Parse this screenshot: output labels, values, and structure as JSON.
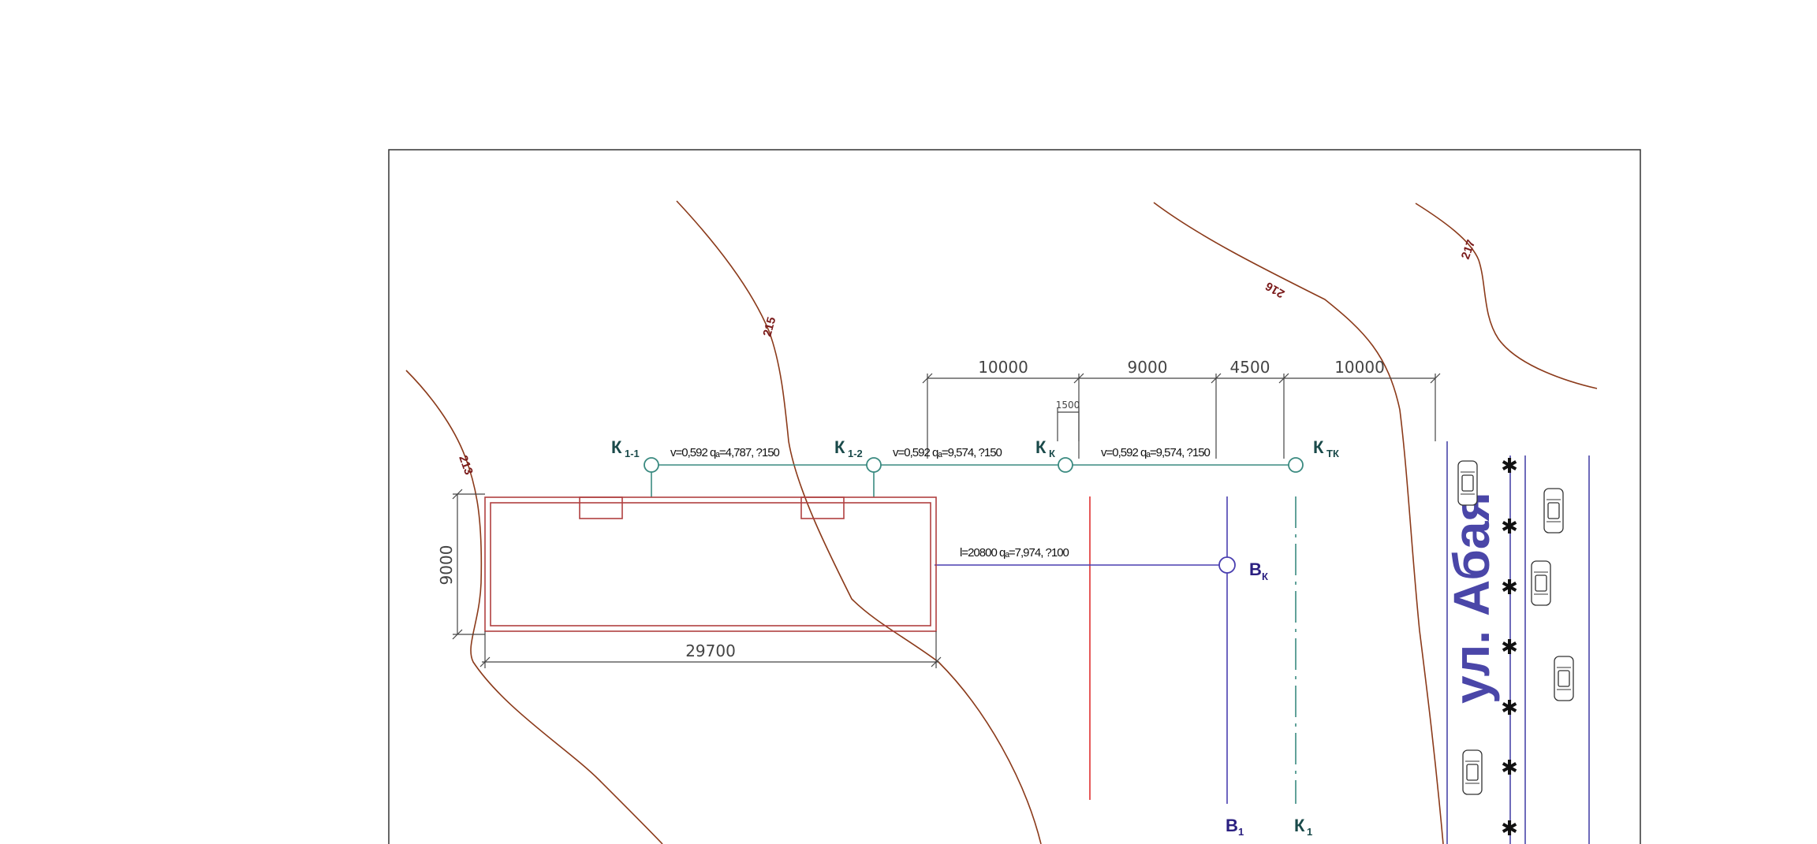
{
  "contours": [
    {
      "label": "213"
    },
    {
      "label": "215"
    },
    {
      "label": "216"
    },
    {
      "label": "217"
    }
  ],
  "dimensions": {
    "top_1": "10000",
    "top_2": "9000",
    "top_3": "4500",
    "top_4": "10000",
    "small": "1500",
    "building_width": "29700",
    "building_height": "9000"
  },
  "wells": {
    "k1_1": {
      "main": "К",
      "sub": "1-1"
    },
    "k1_2": {
      "main": "К",
      "sub": "1-2"
    },
    "kk": {
      "main": "К",
      "sub": "К"
    },
    "ktk": {
      "main": "К",
      "sub": "ТК"
    },
    "bk": {
      "main": "В",
      "sub": "К"
    },
    "b1": {
      "main": "В",
      "sub": "1"
    },
    "k1": {
      "main": "К",
      "sub": "1"
    }
  },
  "pipe_labels": {
    "seg1": "v=0,592  qₐ=4,787, ?150",
    "seg2": "v=0,592  qₐ=9,574, ?150",
    "seg3": "v=0,592  qₐ=9,574, ?150",
    "water": "l=20800  qₐ=7,974, ?100"
  },
  "street_name": "ул. Абая",
  "colors": {
    "contour": "#8b3a1a",
    "sewer_pipe": "#3a8a80",
    "water_pipe": "#4a3fb0",
    "red_line": "#e03030",
    "building": "#b04040",
    "street_text": "#4a46a8"
  }
}
